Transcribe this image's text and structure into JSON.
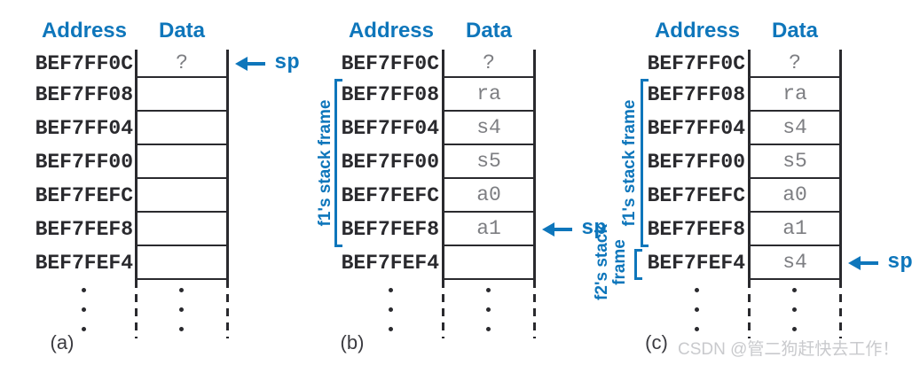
{
  "colors": {
    "accent": "#0e76bb",
    "ink": "#2a2a2e",
    "muted": "#7d7e82",
    "watermark": "#c9cacd"
  },
  "watermark": "CSDN @管二狗赶快去工作！",
  "panels": [
    {
      "label": "(a)",
      "headers": {
        "address": "Address",
        "data": "Data"
      },
      "sp_label": "sp",
      "rows": [
        {
          "address": "BEF7FF0C",
          "data": "?"
        },
        {
          "address": "BEF7FF08",
          "data": ""
        },
        {
          "address": "BEF7FF04",
          "data": ""
        },
        {
          "address": "BEF7FF00",
          "data": ""
        },
        {
          "address": "BEF7FEFC",
          "data": ""
        },
        {
          "address": "BEF7FEF8",
          "data": ""
        },
        {
          "address": "BEF7FEF4",
          "data": ""
        }
      ]
    },
    {
      "label": "(b)",
      "headers": {
        "address": "Address",
        "data": "Data"
      },
      "sp_label": "sp",
      "frame_labels": {
        "f1": "f1's stack frame"
      },
      "rows": [
        {
          "address": "BEF7FF0C",
          "data": "?"
        },
        {
          "address": "BEF7FF08",
          "data": "ra"
        },
        {
          "address": "BEF7FF04",
          "data": "s4"
        },
        {
          "address": "BEF7FF00",
          "data": "s5"
        },
        {
          "address": "BEF7FEFC",
          "data": "a0"
        },
        {
          "address": "BEF7FEF8",
          "data": "a1"
        },
        {
          "address": "BEF7FEF4",
          "data": ""
        }
      ]
    },
    {
      "label": "(c)",
      "headers": {
        "address": "Address",
        "data": "Data"
      },
      "sp_label": "sp",
      "frame_labels": {
        "f1": "f1's stack frame",
        "f2_line1": "f2's stack",
        "f2_line2": "frame"
      },
      "rows": [
        {
          "address": "BEF7FF0C",
          "data": "?"
        },
        {
          "address": "BEF7FF08",
          "data": "ra"
        },
        {
          "address": "BEF7FF04",
          "data": "s4"
        },
        {
          "address": "BEF7FF00",
          "data": "s5"
        },
        {
          "address": "BEF7FEFC",
          "data": "a0"
        },
        {
          "address": "BEF7FEF8",
          "data": "a1"
        },
        {
          "address": "BEF7FEF4",
          "data": "s4"
        }
      ]
    }
  ]
}
